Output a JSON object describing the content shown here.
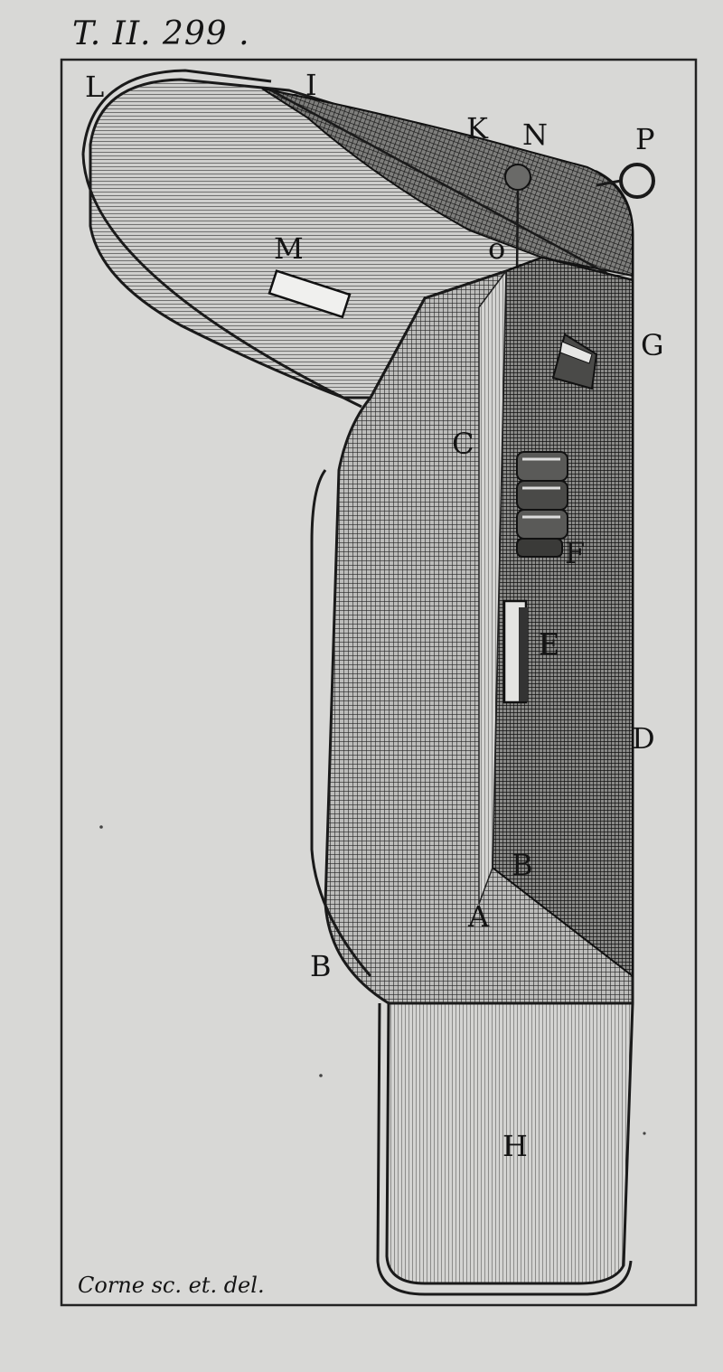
{
  "plate": {
    "number": "T. II. 299 ."
  },
  "credit": "Corne sc. et. del.",
  "labels": {
    "L": "L",
    "I": "I",
    "K": "K",
    "N": "N",
    "P": "P",
    "M": "M",
    "O": "o",
    "G": "G",
    "C": "C",
    "F": "F",
    "E": "E",
    "D": "D",
    "B_right": "B",
    "A": "A",
    "B_left": "B",
    "H": "H"
  },
  "colors": {
    "paper": "#d8d8d6",
    "ink": "#141414",
    "dark_hatch": "#2a2a2a"
  }
}
